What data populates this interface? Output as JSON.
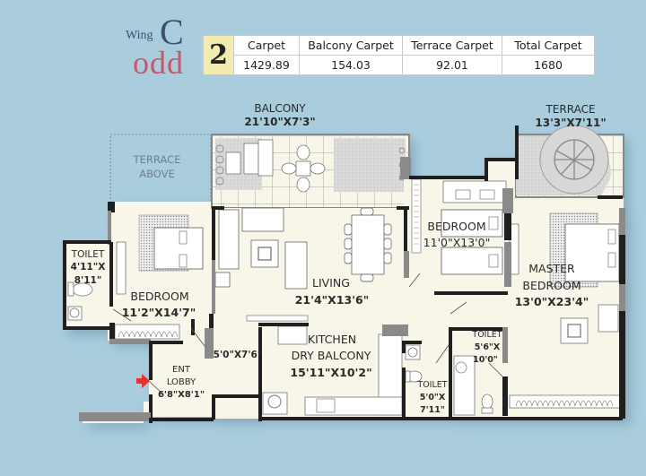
{
  "header": {
    "wing_label": "Wing",
    "wing_letter": "C",
    "unit_type": "odd",
    "bhk_number": "2"
  },
  "area_table": {
    "columns": [
      "Carpet",
      "Balcony Carpet",
      "Terrace Carpet",
      "Total Carpet"
    ],
    "values": [
      "1429.89",
      "154.03",
      "92.01",
      "1680"
    ]
  },
  "rooms": {
    "balcony": {
      "name": "BALCONY",
      "size": "21'10\"X7'3\""
    },
    "terrace": {
      "name": "TERRACE",
      "size": "13'3\"X7'11\""
    },
    "terrace_above": {
      "line1": "TERRACE",
      "line2": "ABOVE"
    },
    "toilet_left": {
      "name": "TOILET",
      "size_line1": "4'11\"X",
      "size_line2": "8'11\""
    },
    "bedroom_left": {
      "name": "BEDROOM",
      "size": "11'2\"X14'7\""
    },
    "living": {
      "name": "LIVING",
      "size": "21'4\"X13'6\""
    },
    "bedroom_mid": {
      "name": "BEDROOM",
      "size": "11'0\"X13'0\""
    },
    "master_bedroom": {
      "line1": "MASTER",
      "line2": "BEDROOM",
      "size": "13'0\"X23'4\""
    },
    "passage": {
      "size": "5'0\"X7'6\""
    },
    "kitchen": {
      "line1": "KITCHEN",
      "line2": "DRY BALCONY",
      "size": "15'11\"X10'2\""
    },
    "entrance": {
      "line1": "ENT",
      "line2": "LOBBY",
      "size": "6'8\"X8'1\""
    },
    "toilet_mid": {
      "name": "TOILET",
      "size_line1": "5'0\"X",
      "size_line2": "7'11\""
    },
    "toilet_right": {
      "name": "TOILET",
      "size_line1": "5'6\"X",
      "size_line2": "10'0\""
    }
  },
  "colors": {
    "background": "#a9cddd",
    "floor": "#f7f6e8",
    "wall": "#1f1f1f",
    "column": "#8a8a8a",
    "wing_text": "#3e4f6b",
    "odd_text": "#c9566c",
    "entry_arrow": "#e4322b",
    "number_cell": "#f3ecb1"
  }
}
